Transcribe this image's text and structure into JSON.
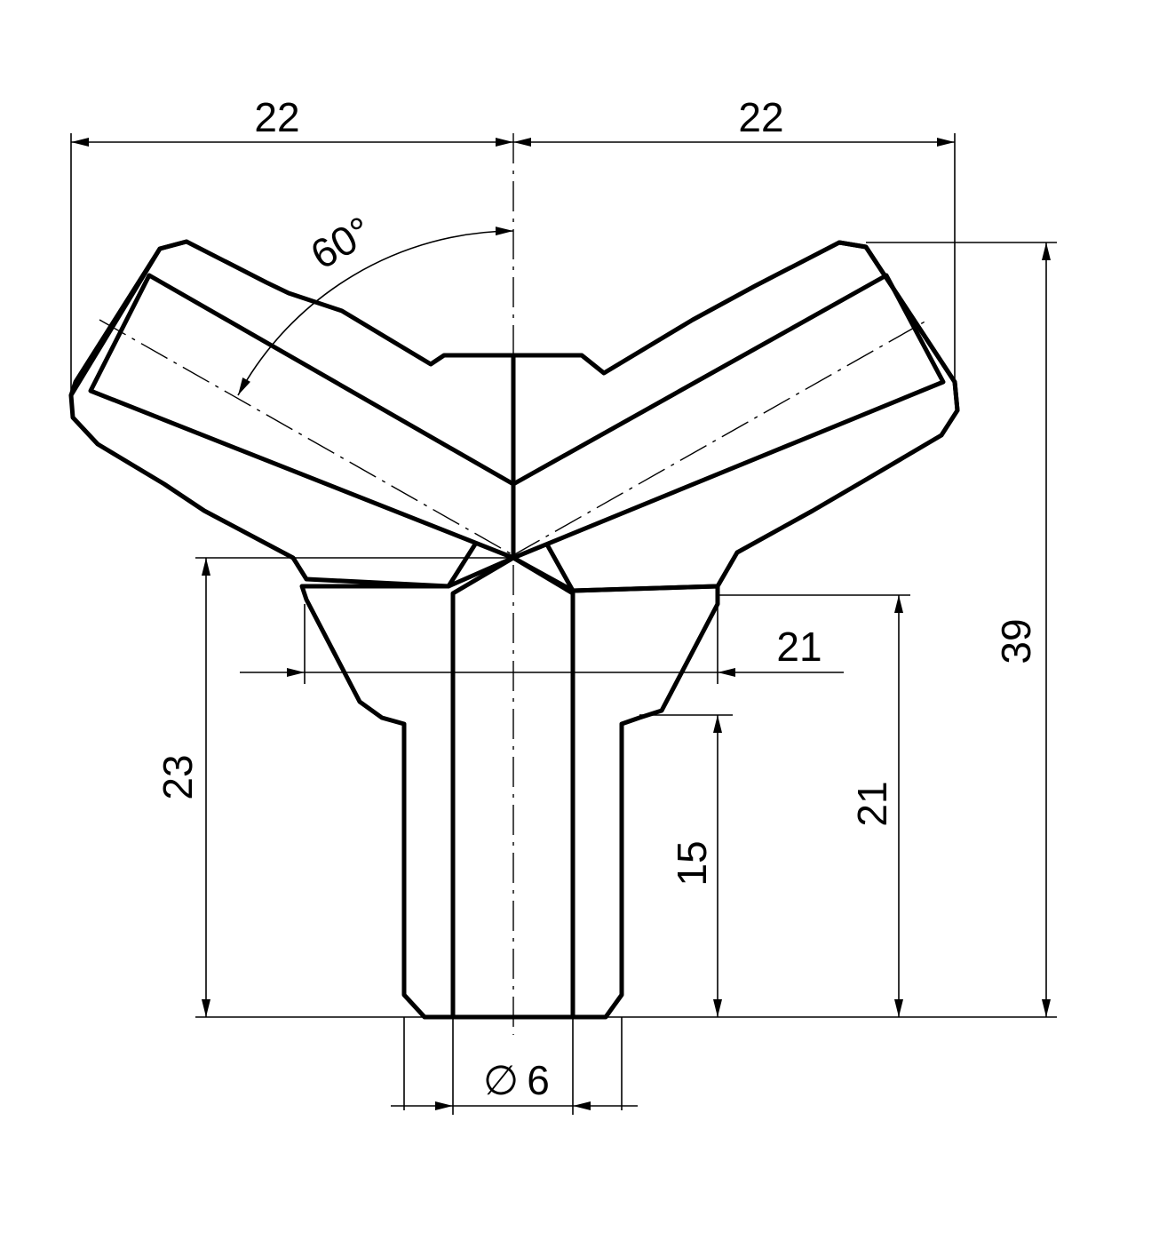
{
  "drawing": {
    "dimensions": {
      "left_width": "22",
      "right_width": "22",
      "angle": "60°",
      "branch_neck": "21",
      "height_left": "23",
      "stem_length": "15",
      "height_right": "21",
      "total_height": "39",
      "bore_diameter": "6"
    },
    "diameter_symbol": "∅"
  }
}
